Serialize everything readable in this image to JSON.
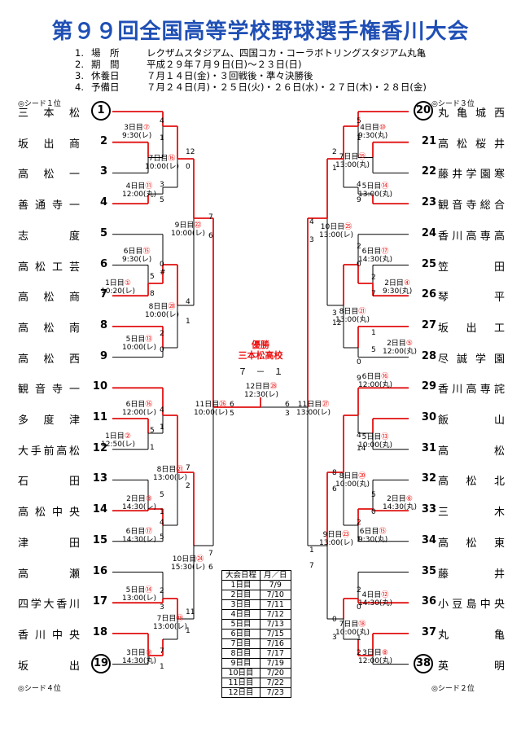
{
  "title": "第９９回全国高等学校野球選手権香川大会",
  "info": [
    {
      "num": "1.",
      "key": "場　所",
      "val": "レクザムスタジアム、四国コカ・コーラボトリングスタジアム丸亀"
    },
    {
      "num": "2.",
      "key": "期　間",
      "val": "平成２９年７月９日(日)～２３日(日)"
    },
    {
      "num": "3.",
      "key": "休養日",
      "val": "７月１４日(金)・３回戦後・準々決勝後"
    },
    {
      "num": "4.",
      "key": "予備日",
      "val": "７月２４日(月)・２５日(火)・２６日(水)・２７日(木)・２８日(金)"
    }
  ],
  "seed_notes": {
    "l1": "◎シード１位",
    "r3": "◎シード３位",
    "l4": "◎シード４位",
    "r2": "◎シード２位"
  },
  "left_teams": [
    {
      "name": "三本松",
      "no": "1",
      "circle": true
    },
    {
      "name": "坂出商",
      "no": "2"
    },
    {
      "name": "高松一",
      "no": "3"
    },
    {
      "name": "善通寺一",
      "no": "4"
    },
    {
      "name": "志度",
      "no": "5"
    },
    {
      "name": "高松工芸",
      "no": "6"
    },
    {
      "name": "高松商",
      "no": "7"
    },
    {
      "name": "高松南",
      "no": "8"
    },
    {
      "name": "高松西",
      "no": "9"
    },
    {
      "name": "観音寺一",
      "no": "10"
    },
    {
      "name": "多度津",
      "no": "11"
    },
    {
      "name": "大手前高松",
      "no": "12"
    },
    {
      "name": "石田",
      "no": "13"
    },
    {
      "name": "高松中央",
      "no": "14"
    },
    {
      "name": "津田",
      "no": "15"
    },
    {
      "name": "高瀬",
      "no": "16"
    },
    {
      "name": "四学大香川",
      "no": "17"
    },
    {
      "name": "香川中央",
      "no": "18"
    },
    {
      "name": "坂出",
      "no": "19",
      "circle": true
    }
  ],
  "right_teams": [
    {
      "name": "丸亀城西",
      "no": "20",
      "circle": true
    },
    {
      "name": "高松桜井",
      "no": "21"
    },
    {
      "name": "藤井学園寒",
      "no": "22"
    },
    {
      "name": "観音寺総合",
      "no": "23"
    },
    {
      "name": "香川高専高",
      "no": "24"
    },
    {
      "name": "笠田",
      "no": "25"
    },
    {
      "name": "琴平",
      "no": "26"
    },
    {
      "name": "坂出工",
      "no": "27"
    },
    {
      "name": "尽誠学園",
      "no": "28"
    },
    {
      "name": "香川高専詫",
      "no": "29"
    },
    {
      "name": "飯山",
      "no": "30"
    },
    {
      "name": "高松",
      "no": "31"
    },
    {
      "name": "高松北",
      "no": "32"
    },
    {
      "name": "三木",
      "no": "33"
    },
    {
      "name": "高松東",
      "no": "34"
    },
    {
      "name": "藤井",
      "no": "35"
    },
    {
      "name": "小豆島中央",
      "no": "36"
    },
    {
      "name": "丸亀",
      "no": "37"
    },
    {
      "name": "英明",
      "no": "38",
      "circle": true
    }
  ],
  "matches": {
    "L1": {
      "day": "3日目",
      "mark": "⑦",
      "time": "9:30(レ)",
      "s1": "4",
      "s2": "1"
    },
    "L2": {
      "day": "4日目",
      "mark": "⑪",
      "time": "12:00(丸)",
      "s1": "3",
      "s2": "5"
    },
    "L3": {
      "day": "7日目",
      "mark": "⑯",
      "time": "10:00(レ)",
      "s1": "12",
      "s2": "0"
    },
    "L4": {
      "day": "6日目",
      "mark": "⑮",
      "time": "9:30(レ)",
      "s1": "0",
      "s2": "#"
    },
    "L5": {
      "day": "1日目",
      "mark": "①",
      "time": "10:20(レ)",
      "s1": "5",
      "s2": "8"
    },
    "L6": {
      "day": "5日目",
      "mark": "⑬",
      "time": "10:00(レ)",
      "s1": "2",
      "s2": "0"
    },
    "L7": {
      "day": "8日目",
      "mark": "⑳",
      "time": "10:00(レ)",
      "s1": "4",
      "s2": "1"
    },
    "L8": {
      "day": "9日目",
      "mark": "㉒",
      "time": "10:00(レ)",
      "s1": "7",
      "s2": "6"
    },
    "L9": {
      "day": "6日目",
      "mark": "⑯",
      "time": "12:00(レ)",
      "s1": "4",
      "s2": "1"
    },
    "L10": {
      "day": "1日目",
      "mark": "②",
      "time": "12:50(レ)",
      "s1": "5",
      "s2": "1"
    },
    "L11": {
      "day": "2日目",
      "mark": "③",
      "time": "14:30(レ)",
      "s1": "5",
      "s2": "1"
    },
    "L12": {
      "day": "6日目",
      "mark": "⑰",
      "time": "14:30(レ)",
      "s1": "4",
      "s2": "5"
    },
    "L13": {
      "day": "8日目",
      "mark": "㉑",
      "time": "13:00(レ)",
      "s1": "7",
      "s2": "2"
    },
    "L14": {
      "day": "5日目",
      "mark": "⑭",
      "time": "13:00(レ)",
      "s1": "2",
      "s2": "3"
    },
    "L15": {
      "day": "3日目",
      "mark": "⑨",
      "time": "14:30(丸)",
      "s1": "7",
      "s2": "1"
    },
    "L16": {
      "day": "7日目",
      "mark": "⑲",
      "time": "13:00(レ)",
      "s1": "11",
      "s2": "1"
    },
    "L17": {
      "day": "10日目",
      "mark": "㉔",
      "time": "15:30(レ)",
      "s1": "7",
      "s2": "6"
    },
    "L18": {
      "day": "11日目",
      "mark": "㉖",
      "time": "10:00(レ)",
      "s1": "6",
      "s2": "5"
    },
    "R1": {
      "day": "4日目",
      "mark": "⑩",
      "time": "9:30(丸)",
      "s1": "5",
      "s2": "1"
    },
    "R2": {
      "day": "5日目",
      "mark": "⑭",
      "time": "13:00(丸)",
      "s1": "4",
      "s2": "9"
    },
    "R3": {
      "day": "7日目",
      "mark": "⑲",
      "time": "13:00(丸)",
      "s1": "2",
      "s2": "1"
    },
    "R4": {
      "day": "2日目",
      "mark": "④",
      "time": "9:30(丸)",
      "s1": "2",
      "s2": "7"
    },
    "R5": {
      "day": "6日目",
      "mark": "⑰",
      "time": "14:30(丸)",
      "s1": "2",
      "s2": "0"
    },
    "R6": {
      "day": "2日目",
      "mark": "⑤",
      "time": "12:00(丸)",
      "s1": "1",
      "s2": "5"
    },
    "R7": {
      "day": "6日目",
      "mark": "⑯",
      "time": "12:00(丸)",
      "s1": "0",
      "s2": "9"
    },
    "R8": {
      "day": "8日目",
      "mark": "㉑",
      "time": "13:00(丸)",
      "s1": "3",
      "s2": "12"
    },
    "R9": {
      "day": "10日目",
      "mark": "㉕",
      "time": "13:00(レ)",
      "s1": "4",
      "s2": "3"
    },
    "R10": {
      "day": "5日目",
      "mark": "⑬",
      "time": "10:00(丸)",
      "s1": "4",
      "s2": "14"
    },
    "R11": {
      "day": "2日目",
      "mark": "⑥",
      "time": "14:30(丸)",
      "s1": "5",
      "s2": "0"
    },
    "R12": {
      "day": "6日目",
      "mark": "⑮",
      "time": "9:30(丸)",
      "s1": "2",
      "s2": "1"
    },
    "R13": {
      "day": "8日目",
      "mark": "⑳",
      "time": "10:00(丸)",
      "s1": "8",
      "s2": "6"
    },
    "R14": {
      "day": "4日目",
      "mark": "⑫",
      "time": "14:30(丸)",
      "s1": "2",
      "s2": "0"
    },
    "R15": {
      "day": "3日目",
      "mark": "⑧",
      "time": "12:00(丸)",
      "s1": "1",
      "s2": "2"
    },
    "R16": {
      "day": "7日目",
      "mark": "⑱",
      "time": "10:00(丸)",
      "s1": "0",
      "s2": "3"
    },
    "R17": {
      "day": "9日目",
      "mark": "㉓",
      "time": "13:00(レ)",
      "s1": "1",
      "s2": "7"
    },
    "R18": {
      "day": "11日目",
      "mark": "㉗",
      "time": "13:00(レ)",
      "s1": "6",
      "s2": "3"
    },
    "F": {
      "day": "12日目",
      "mark": "㉘",
      "time": "12:30(レ)"
    }
  },
  "champion": {
    "label": "優勝",
    "team": "三本松高校",
    "score": "７　－　１"
  },
  "schedule": {
    "headers": [
      "大会日程",
      "月／日"
    ],
    "rows": [
      [
        "1日目",
        "7/9"
      ],
      [
        "2日目",
        "7/10"
      ],
      [
        "3日目",
        "7/11"
      ],
      [
        "4日目",
        "7/12"
      ],
      [
        "5日目",
        "7/13"
      ],
      [
        "6日目",
        "7/15"
      ],
      [
        "7日目",
        "7/16"
      ],
      [
        "8日目",
        "7/17"
      ],
      [
        "9日目",
        "7/19"
      ],
      [
        "10日目",
        "7/20"
      ],
      [
        "11日目",
        "7/22"
      ],
      [
        "12日目",
        "7/23"
      ]
    ]
  },
  "colors": {
    "title": "#1f4fb5",
    "winner_line": "#e11111",
    "line": "#000000"
  }
}
